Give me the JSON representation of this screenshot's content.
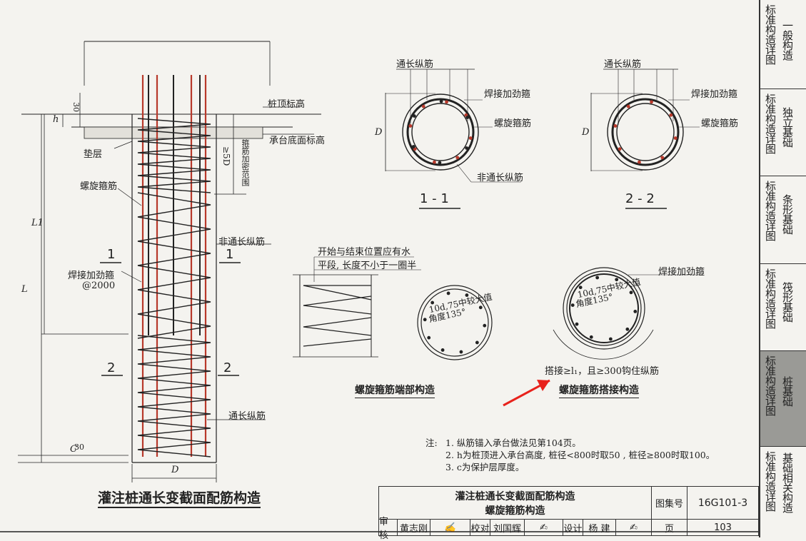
{
  "left_drawing": {
    "labels": {
      "pile_top_elev": "桩顶标高",
      "cap_bottom_elev": "承台底面标高",
      "cushion": "垫层",
      "spiral_top": "螺旋箍筋",
      "anchor_vertical": "≥5D",
      "anchor_vertical2": "箍筋加密范围",
      "non_through": "非通长纵筋",
      "weld_ring": "焊接加劲箍",
      "weld_ring_spacing": "@2000",
      "through_bar": "通长纵筋",
      "dim_30_top": "30",
      "dim_h": "h",
      "dim_L1": "L1",
      "dim_L": "L",
      "dim_c": "C",
      "dim_30_bot": "30",
      "dim_D": "D",
      "sec1_left": "1",
      "sec1_right": "1",
      "sec2_left": "2",
      "sec2_right": "2"
    },
    "title": "灌注桩通长变截面配筋构造"
  },
  "section_1": {
    "through": "通长纵筋",
    "weld": "焊接加劲箍",
    "spiral": "螺旋箍筋",
    "non_through": "非通长纵筋",
    "dim": "D",
    "caption": "1 - 1"
  },
  "section_2": {
    "through": "通长纵筋",
    "weld": "焊接加劲箍",
    "spiral": "螺旋箍筋",
    "dim": "D",
    "caption": "2 - 2"
  },
  "end_detail": {
    "note_line1": "开始与结束位置应有水",
    "note_line2": "平段, 长度不小于一圈半",
    "hook_note_line1": "10d,75中较大值",
    "hook_note_line2": "角度135°",
    "title": "螺旋箍筋端部构造"
  },
  "lap_detail": {
    "weld": "焊接加劲箍",
    "hook_note_line1": "10d,75中较大值",
    "hook_note_line2": "角度135°",
    "lap_note": "搭接≥l₁，且≥300钩住纵筋",
    "title": "螺旋箍筋搭接构造"
  },
  "notes": {
    "prefix": "注:",
    "items": [
      "1. 纵筋锚入承台做法见第104页。",
      "2. h为桩顶进入承台高度, 桩径<800时取50 , 桩径≥800时取100。",
      "3. c为保护层厚度。"
    ]
  },
  "title_block": {
    "title_line1": "灌注桩通长变截面配筋构造",
    "title_line2": "螺旋箍筋构造",
    "atlas_label": "图集号",
    "atlas_no": "16G101-3",
    "review_label": "审核",
    "reviewer": "黄志刚",
    "check_label": "校对",
    "checker": "刘国辉",
    "design_label": "设计",
    "designer": "杨 建",
    "page_label": "页",
    "page_no": "103"
  },
  "sidebar": {
    "tabs": [
      {
        "prefix": "标准构造详图",
        "name": "一般构造",
        "active": false
      },
      {
        "prefix": "标准构造详图",
        "name": "独立基础",
        "active": false
      },
      {
        "prefix": "标准构造详图",
        "name": "条形基础",
        "active": false
      },
      {
        "prefix": "标准构造详图",
        "name": "筏形基础",
        "active": false
      },
      {
        "prefix": "标准构造详图",
        "name": "桩基础",
        "active": true
      },
      {
        "prefix": "标准构造详图",
        "name": "基础相关构造",
        "active": false
      }
    ]
  },
  "colors": {
    "rebar_red": "#b8392b",
    "line": "#222222",
    "sidebar_active": "#9a9a96",
    "arrow": "#e8221c"
  }
}
